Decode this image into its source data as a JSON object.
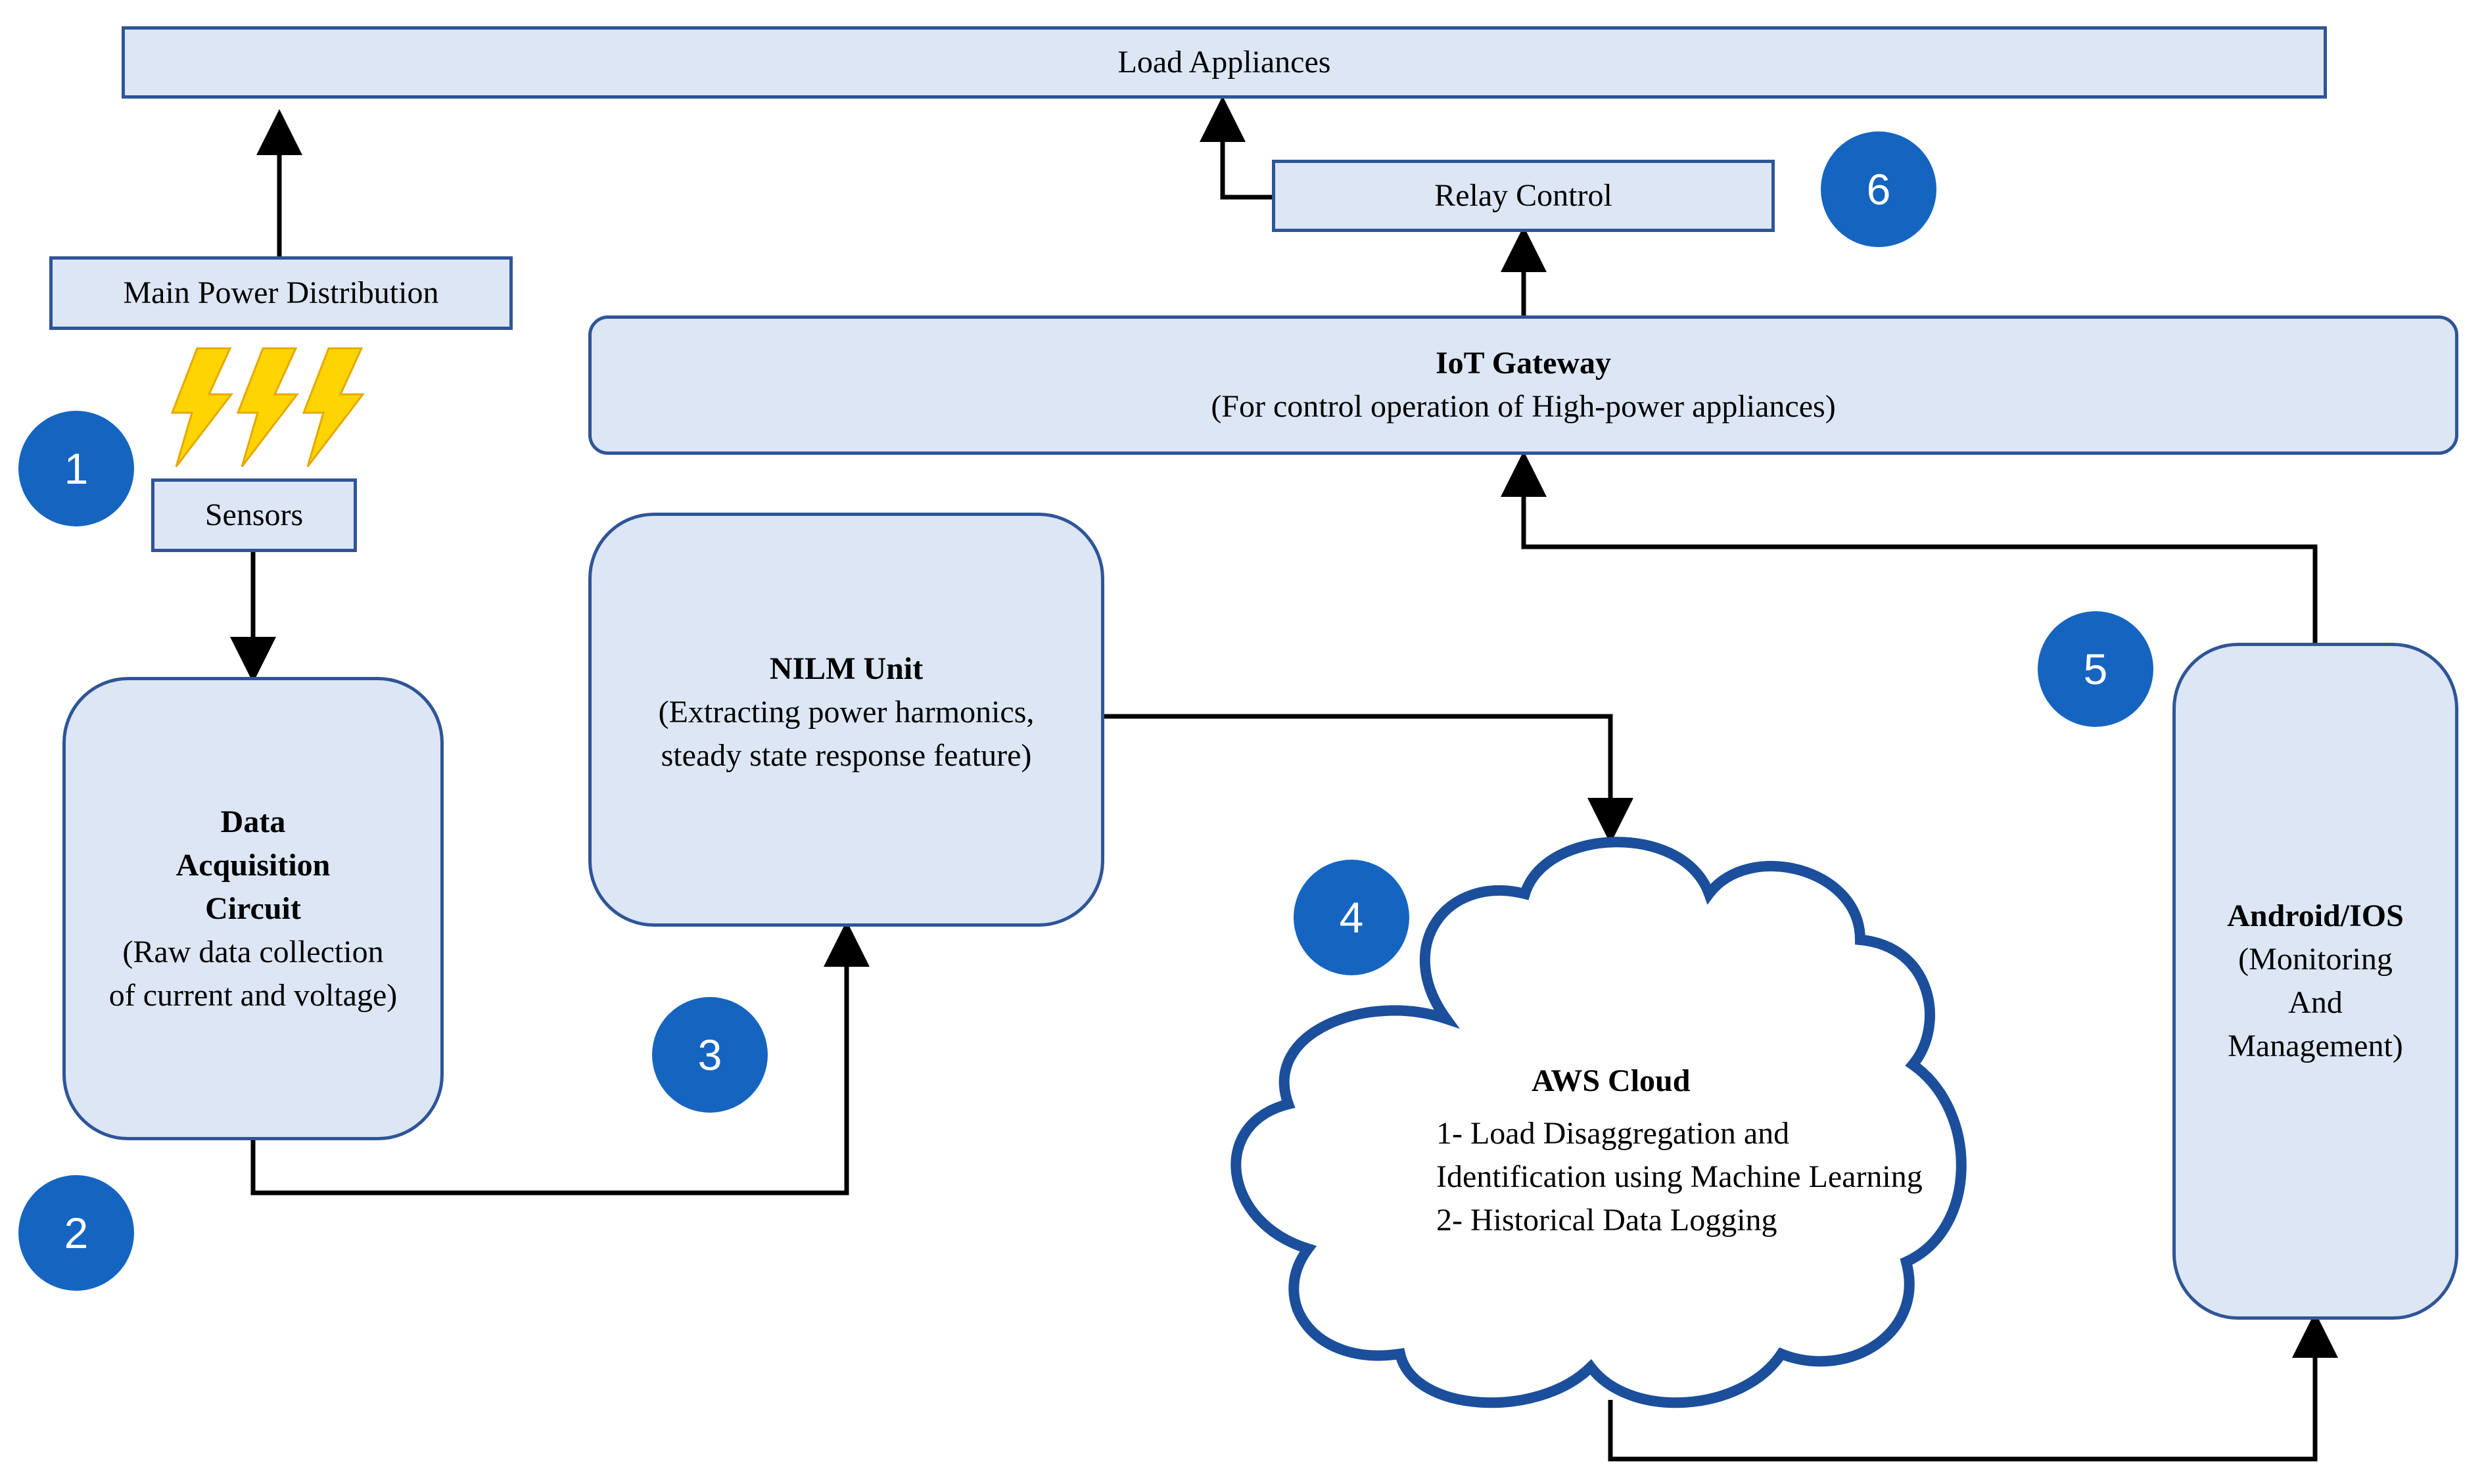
{
  "blocks": {
    "load_appliances": "Load Appliances",
    "relay_control": "Relay Control",
    "main_power": "Main Power Distribution",
    "sensors": "Sensors",
    "iot_gateway": {
      "title": "IoT Gateway",
      "subtitle": "(For control operation of High-power appliances)"
    },
    "nilm": {
      "title": "NILM Unit",
      "line1": "(Extracting power harmonics,",
      "line2": "steady state response feature)"
    },
    "daq": {
      "title1": "Data",
      "title2": "Acquisition",
      "title3": "Circuit",
      "line1": "(Raw data collection",
      "line2": "of current and voltage)"
    },
    "aws": {
      "title": "AWS Cloud",
      "line1": "1- Load Disaggregation and",
      "line2": "Identification using Machine Learning",
      "line3": "2- Historical Data Logging"
    },
    "android": {
      "title": "Android/IOS",
      "line1": "(Monitoring",
      "line2": "And",
      "line3": "Management)"
    }
  },
  "badges": [
    "1",
    "2",
    "3",
    "4",
    "5",
    "6"
  ],
  "colors": {
    "box_fill": "#dce6f4",
    "box_border": "#2f5597",
    "badge": "#1565c0",
    "bolt": "#ffd400",
    "wire": "#000000"
  },
  "icons": {
    "power": "lightning-bolt-icon"
  }
}
